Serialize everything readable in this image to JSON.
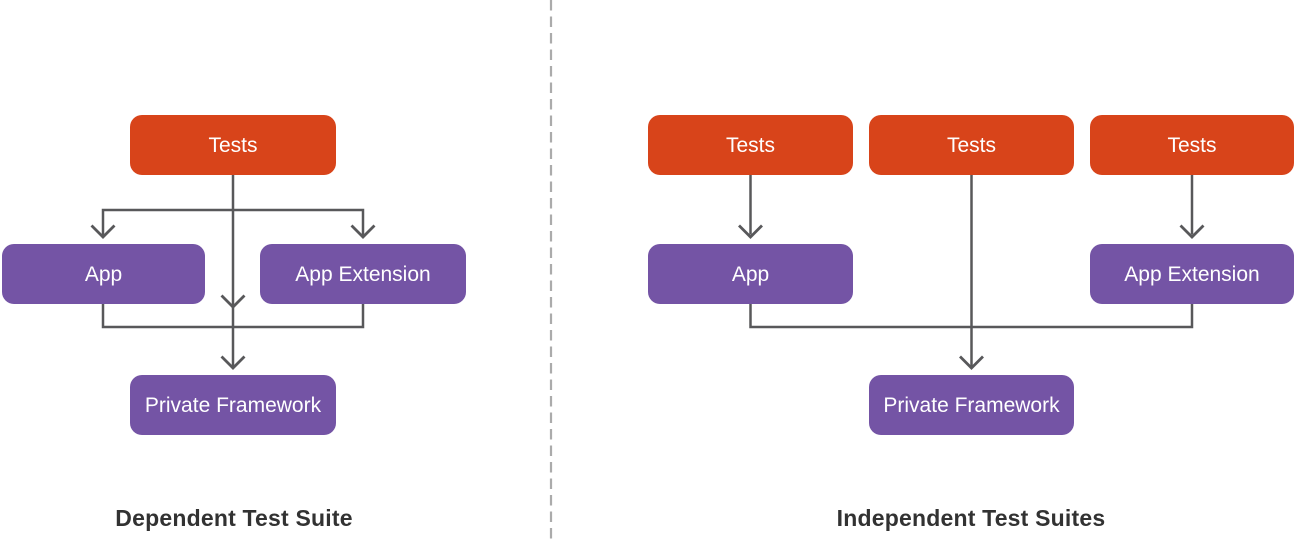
{
  "colors": {
    "tests-fill": "#D8441A",
    "component-fill": "#7454A5",
    "line": "#58585A",
    "divider": "#ABABAB",
    "title-text": "#323232",
    "label-text": "#FFFFFF"
  },
  "left_panel": {
    "title": "Dependent Test Suite",
    "nodes": {
      "tests": "Tests",
      "app": "App",
      "app_extension": "App Extension",
      "private_framework": "Private Framework"
    }
  },
  "right_panel": {
    "title": "Independent Test Suites",
    "nodes": {
      "tests_1": "Tests",
      "tests_2": "Tests",
      "tests_3": "Tests",
      "app": "App",
      "app_extension": "App Extension",
      "private_framework": "Private Framework"
    }
  }
}
